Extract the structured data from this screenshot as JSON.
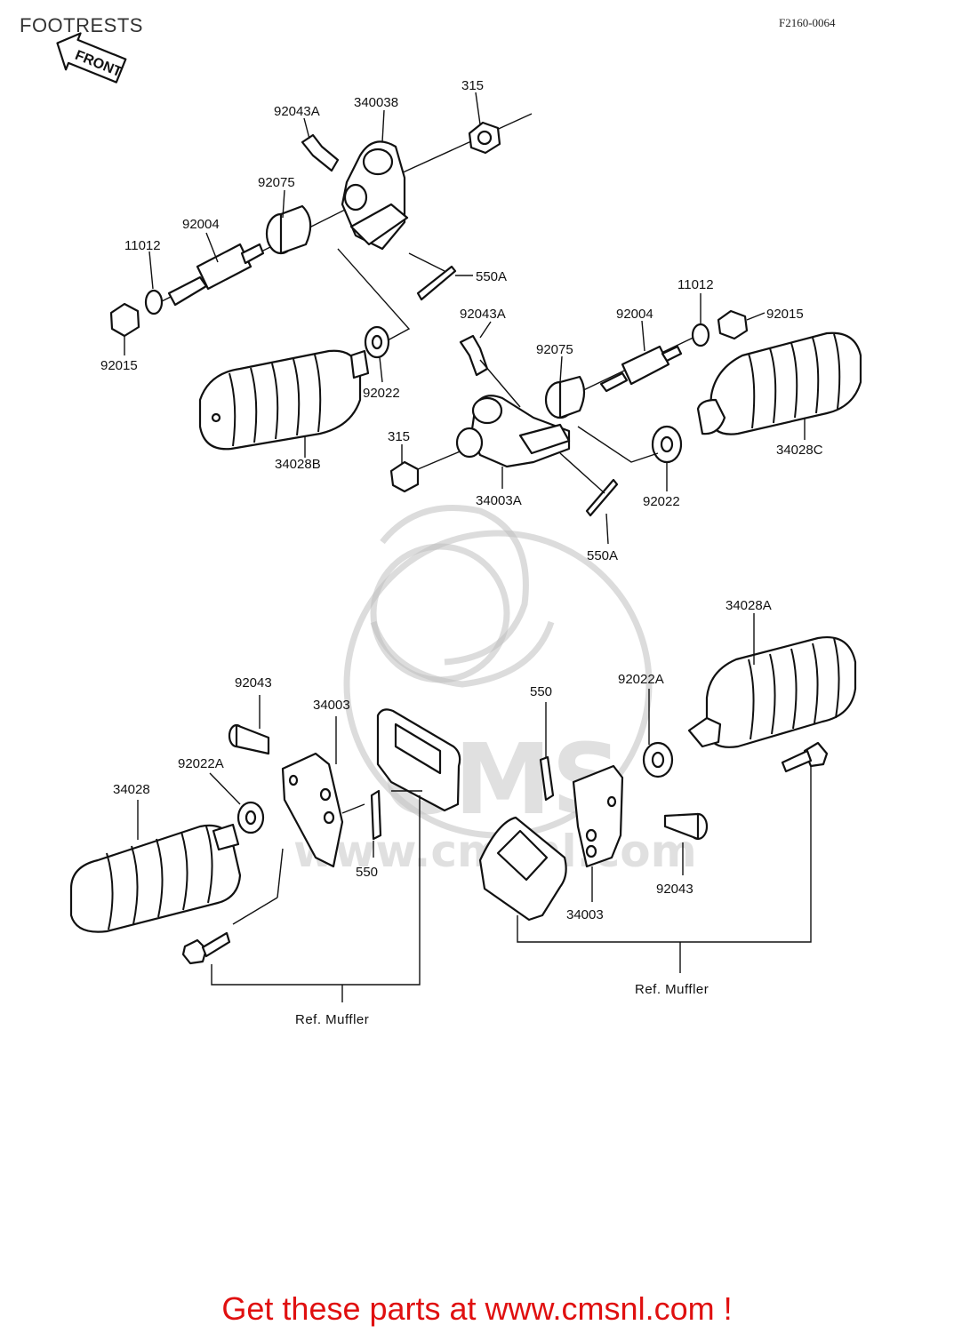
{
  "header": {
    "title": "FOOTRESTS",
    "diagram_code": "F2160-0064"
  },
  "front_badge": "FRONT",
  "labels": {
    "l_92043A_top": "92043A",
    "l_34003B": "340038",
    "l_315_top": "315",
    "l_92075_top": "92075",
    "l_92004_top": "92004",
    "l_11012_top": "11012",
    "l_550A_top": "550A",
    "l_92015_left": "92015",
    "l_92022_left": "92022",
    "l_34028B": "34028B",
    "l_92043A_mid": "92043A",
    "l_92004_mid": "92004",
    "l_11012_mid": "11012",
    "l_92015_right": "92015",
    "l_92075_mid": "92075",
    "l_315_mid": "315",
    "l_34003A": "34003A",
    "l_92022_mid": "92022",
    "l_34028C": "34028C",
    "l_550A_mid": "550A",
    "l_34028A": "34028A",
    "l_92043_left": "92043",
    "l_34003_left": "34003",
    "l_550_right": "550",
    "l_92022A_right": "92022A",
    "l_92022A_left": "92022A",
    "l_34028": "34028",
    "l_550_left": "550",
    "l_92043_right": "92043",
    "l_34003_right": "34003"
  },
  "references": {
    "ref_left": "Ref.  Muffler",
    "ref_right": "Ref.  Muffler"
  },
  "watermark": {
    "brand": "CMS",
    "url": "www.cmsnl.com"
  },
  "footer": {
    "cta": "Get these parts at www.cmsnl.com !"
  },
  "colors": {
    "cta": "#e01010",
    "line_art": "#111111",
    "watermark": "#c8c8c8"
  }
}
